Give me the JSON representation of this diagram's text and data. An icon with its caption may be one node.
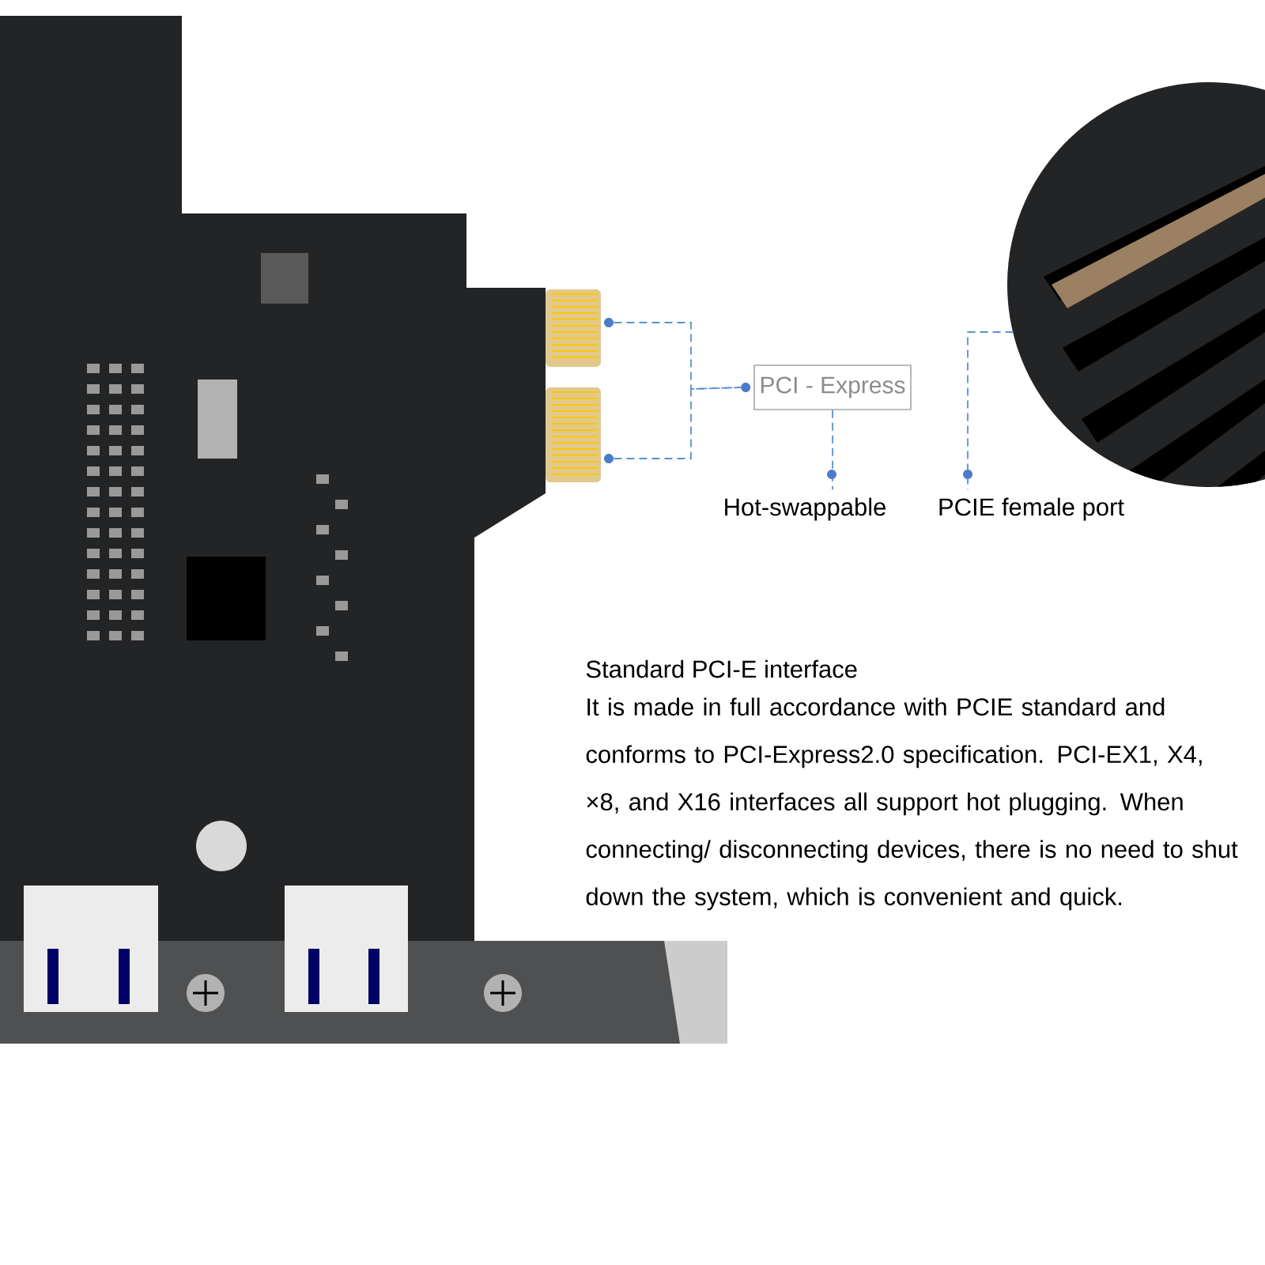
{
  "diagram": {
    "nodes": [
      {
        "text": [],
        "shape": "circle"
      },
      {
        "text": [],
        "shape": "circle"
      },
      {
        "text": [
          "PCI - Express"
        ]
      },
      {
        "text": [
          "Hot-swappable"
        ]
      },
      {
        "text": [
          "PCIE female port"
        ]
      },
      {
        "text": [],
        "shape": "picture"
      }
    ],
    "edges": [
      {
        "from": 0,
        "to": 2,
        "arrow": "none",
        "style": "dashed"
      },
      {
        "from": 1,
        "to": 2,
        "arrow": "none",
        "style": "dashed"
      },
      {
        "from": 2,
        "to": 3,
        "arrow": "none",
        "style": "dashed"
      },
      {
        "from": 5,
        "to": 4,
        "arrow": "none",
        "style": "dashed"
      }
    ],
    "labels": [
      "Standard PCI-E interface",
      "It is made in full accordance with PCIE standard and conforms to PCI-Express2.0 specification. PCI-EX1, X4, ×8, and X16 interfaces all support hot plugging. When connecting/ disconnecting devices, there is no need to shut down the system, which is convenient and quick."
    ]
  }
}
